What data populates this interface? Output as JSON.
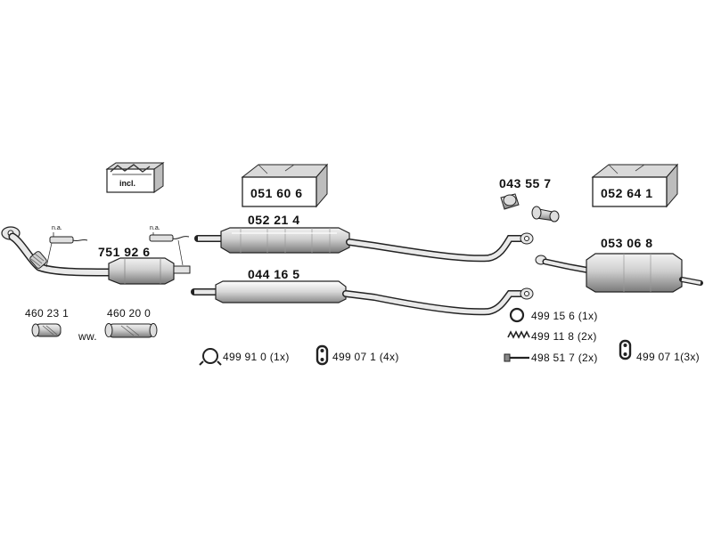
{
  "parts": {
    "p751926": "751 92 6",
    "p052214": "052 21 4",
    "p044165": "044 16 5",
    "p053068": "053 06 8",
    "p043557": "043 55 7",
    "p460231": "460 23 1",
    "p460200": "460 20 0"
  },
  "boxes": {
    "incl": "incl.",
    "b051606": "051 60 6",
    "b052641": "052 64 1"
  },
  "sensor_notes": {
    "left": "n.a.",
    "right": "n.a."
  },
  "ww": "ww.",
  "hardware": {
    "clamp": "499 91 0 (1x)",
    "hanger_left": "499 07 1 (4x)",
    "ring": "499 15 6 (1x)",
    "spring": "499 11 8 (2x)",
    "bolt": "498 51 7 (2x)",
    "hanger_right": "499 07 1(3x)"
  },
  "colors": {
    "line": "#222222",
    "metal_light": "#e6e6e6",
    "metal_mid": "#bdbdbd",
    "metal_dark": "#6e6e6e"
  }
}
